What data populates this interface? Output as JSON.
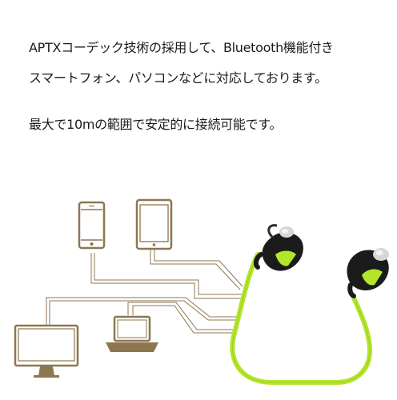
{
  "description_text": {
    "line1": "APTXコーデック技術の採用して、Bluetooth機能付き",
    "line2": "スマートフォン、パソコンなどに対応しております。",
    "line3": "最大で10mの範囲で安定的に接続可能です。"
  },
  "colors": {
    "device_outline": "#8c7750",
    "connector_lines": "#8c7750",
    "earphone_cable": "#b3e52a",
    "earphone_body": "#1b1b1b",
    "earphone_accent": "#b3e52a",
    "earbud_tip": "#d7d7d7"
  },
  "icons": [
    "smartphone-icon",
    "tablet-icon",
    "monitor-icon",
    "laptop-icon",
    "earphones-illustration"
  ]
}
